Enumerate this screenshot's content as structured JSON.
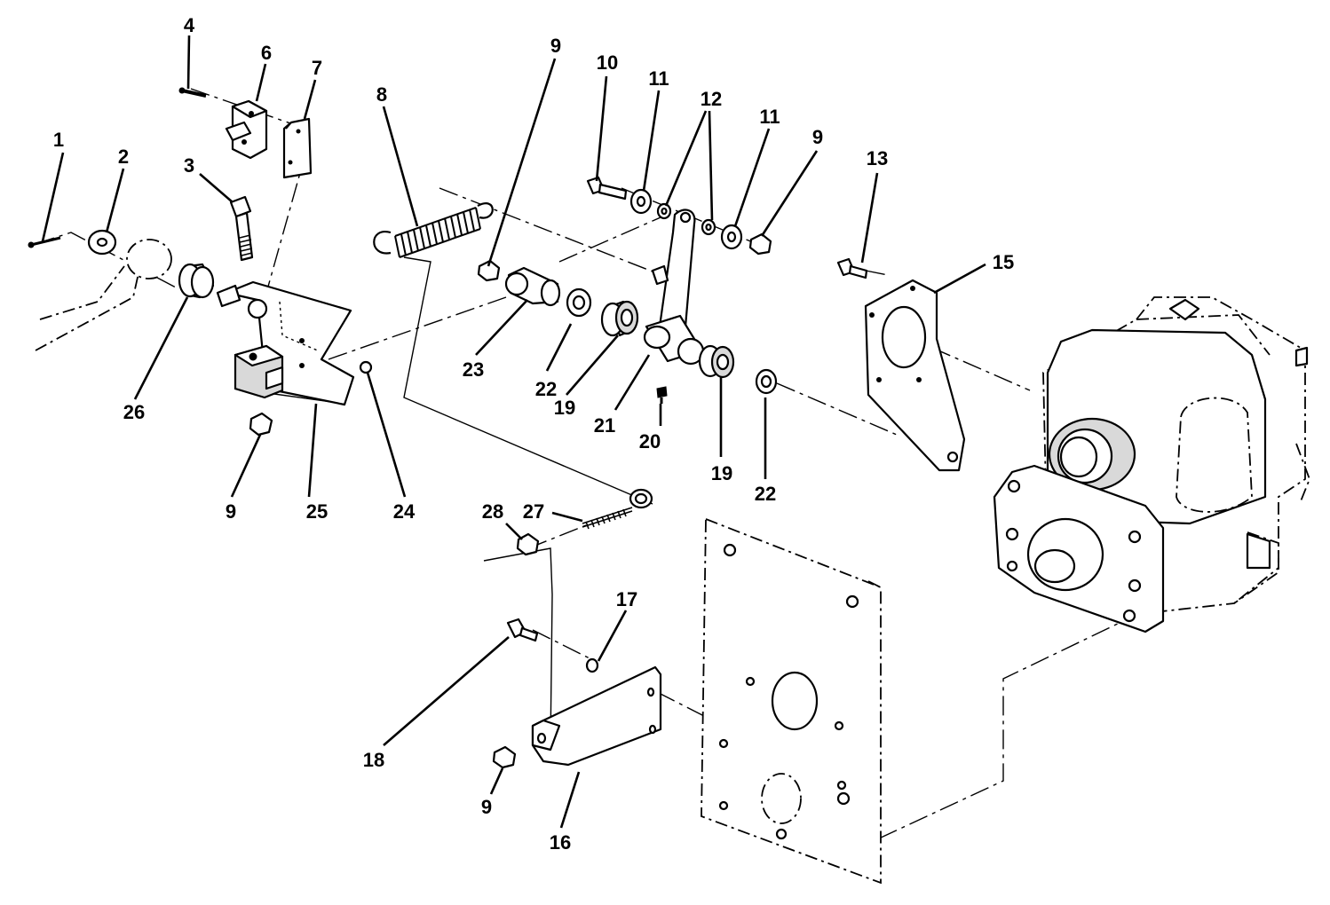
{
  "callouts": [
    {
      "id": "c1",
      "text": "1"
    },
    {
      "id": "c2",
      "text": "2"
    },
    {
      "id": "c3",
      "text": "3"
    },
    {
      "id": "c4",
      "text": "4"
    },
    {
      "id": "c6",
      "text": "6"
    },
    {
      "id": "c7",
      "text": "7"
    },
    {
      "id": "c8",
      "text": "8"
    },
    {
      "id": "c9a",
      "text": "9"
    },
    {
      "id": "c10",
      "text": "10"
    },
    {
      "id": "c11a",
      "text": "11"
    },
    {
      "id": "c12",
      "text": "12"
    },
    {
      "id": "c11b",
      "text": "11"
    },
    {
      "id": "c9b",
      "text": "9"
    },
    {
      "id": "c13",
      "text": "13"
    },
    {
      "id": "c15",
      "text": "15"
    },
    {
      "id": "c26",
      "text": "26"
    },
    {
      "id": "c9c",
      "text": "9"
    },
    {
      "id": "c25",
      "text": "25"
    },
    {
      "id": "c24",
      "text": "24"
    },
    {
      "id": "c23",
      "text": "23"
    },
    {
      "id": "c22a",
      "text": "22"
    },
    {
      "id": "c19a",
      "text": "19"
    },
    {
      "id": "c21",
      "text": "21"
    },
    {
      "id": "c20",
      "text": "20"
    },
    {
      "id": "c19b",
      "text": "19"
    },
    {
      "id": "c22b",
      "text": "22"
    },
    {
      "id": "c28",
      "text": "28"
    },
    {
      "id": "c27",
      "text": "27"
    },
    {
      "id": "c17",
      "text": "17"
    },
    {
      "id": "c18",
      "text": "18"
    },
    {
      "id": "c9d",
      "text": "9"
    },
    {
      "id": "c16",
      "text": "16"
    }
  ]
}
